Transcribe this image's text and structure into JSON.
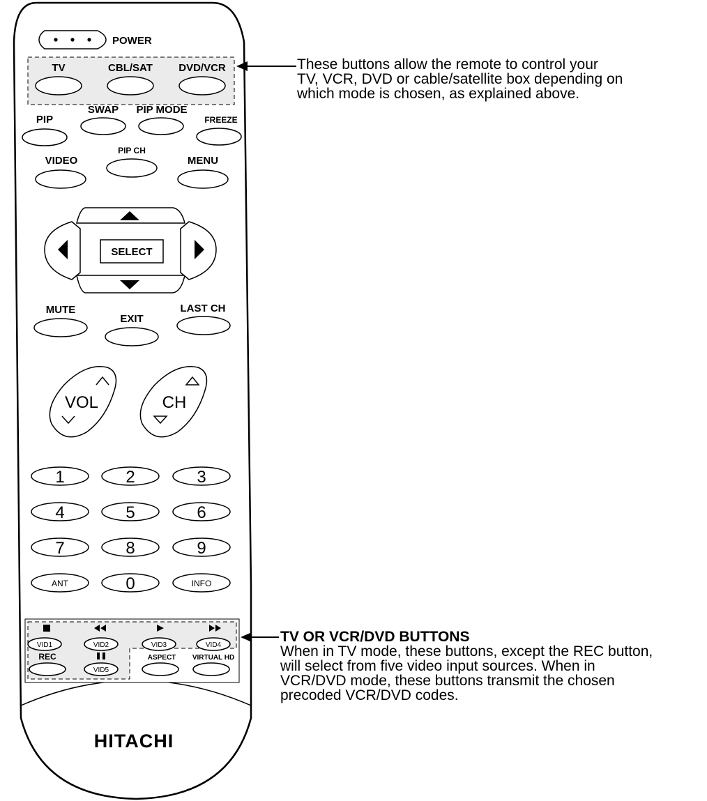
{
  "remote": {
    "power_label": "POWER",
    "mode_buttons": {
      "tv": "TV",
      "cbl_sat": "CBL/SAT",
      "dvd_vcr": "DVD/VCR"
    },
    "pip": "PIP",
    "swap": "SWAP",
    "pip_mode": "PIP MODE",
    "freeze": "FREEZE",
    "video": "VIDEO",
    "pip_ch": "PIP CH",
    "menu": "MENU",
    "select": "SELECT",
    "mute": "MUTE",
    "exit": "EXIT",
    "last_ch": "LAST CH",
    "vol": "VOL",
    "ch": "CH",
    "digits": [
      "1",
      "2",
      "3",
      "4",
      "5",
      "6",
      "7",
      "8",
      "9"
    ],
    "ant": "ANT",
    "zero": "0",
    "info": "INFO",
    "transport": {
      "vid1": "VID1",
      "vid2": "VID2",
      "vid3": "VID3",
      "vid4": "VID4",
      "vid5": "VID5",
      "rec": "REC",
      "aspect": "ASPECT",
      "virtual_hd": "VIRTUAL HD"
    },
    "brand": "HITACHI"
  },
  "callouts": {
    "mode_text": [
      "These buttons allow the remote to control your",
      "TV, VCR, DVD or cable/satellite box depending on",
      "which mode is chosen, as explained above."
    ],
    "transport_heading": "TV OR VCR/DVD BUTTONS",
    "transport_text": [
      "When in TV mode, these buttons, except the REC button,",
      "will select from five video input sources.  When in",
      "VCR/DVD mode, these buttons transmit the chosen",
      "precoded VCR/DVD codes."
    ]
  }
}
